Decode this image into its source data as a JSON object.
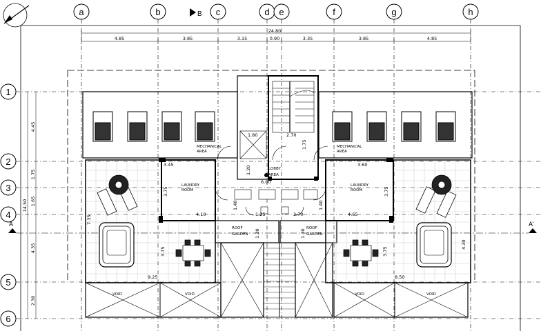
{
  "grid_columns": [
    "a",
    "b",
    "c",
    "d",
    "e",
    "f",
    "g",
    "h"
  ],
  "grid_rows": [
    "1",
    "2",
    "3",
    "4",
    "5",
    "6"
  ],
  "section_marker": "B",
  "section_left": "A",
  "section_right": "A'",
  "top_dimensions": {
    "overall": "24.80",
    "segments": [
      "4.85",
      "3.85",
      "3.15",
      "0.90",
      "3.35",
      "3.85",
      "4.85"
    ]
  },
  "left_dimensions": {
    "overall": "14.50",
    "segments": [
      "4.45",
      "1.75",
      "1.65",
      "4.35",
      "2.30"
    ]
  },
  "labels": {
    "mechanical_left": [
      "MECHANICAL",
      "AREA"
    ],
    "mechanical_right": [
      "MECHANICAL",
      "AREA"
    ],
    "laundry_left": [
      "LAUNDRY",
      "ROOM"
    ],
    "laundry_right": [
      "LAUNDRY",
      "ROOM"
    ],
    "roof_garden_left": [
      "ROOF",
      "GARDEN"
    ],
    "roof_garden_right": [
      "ROOF",
      "GARDEN"
    ],
    "lobby": [
      "LOBBY",
      "AREA"
    ],
    "void": "VOID"
  },
  "inner_dimensions": {
    "d_180": "1.80",
    "d_270": "2.70",
    "d_175": "1.75",
    "d_345": "3.45",
    "d_360": "3.60",
    "d_600": "6.00",
    "d_375a": "3.75",
    "d_375b": "3.75",
    "d_410": "4.10",
    "d_465": "4.65",
    "d_125": "1.25",
    "d_270b": "2.70",
    "d_140a": "1.40",
    "d_140b": "1.40",
    "d_120": "1.20",
    "d_735": "7.35",
    "d_375c": "3.75",
    "d_375d": "3.75",
    "d_925": "9.25",
    "d_850": "8.50",
    "d_430": "4.30",
    "d_130a": "1.30",
    "d_130b": "1.30"
  }
}
